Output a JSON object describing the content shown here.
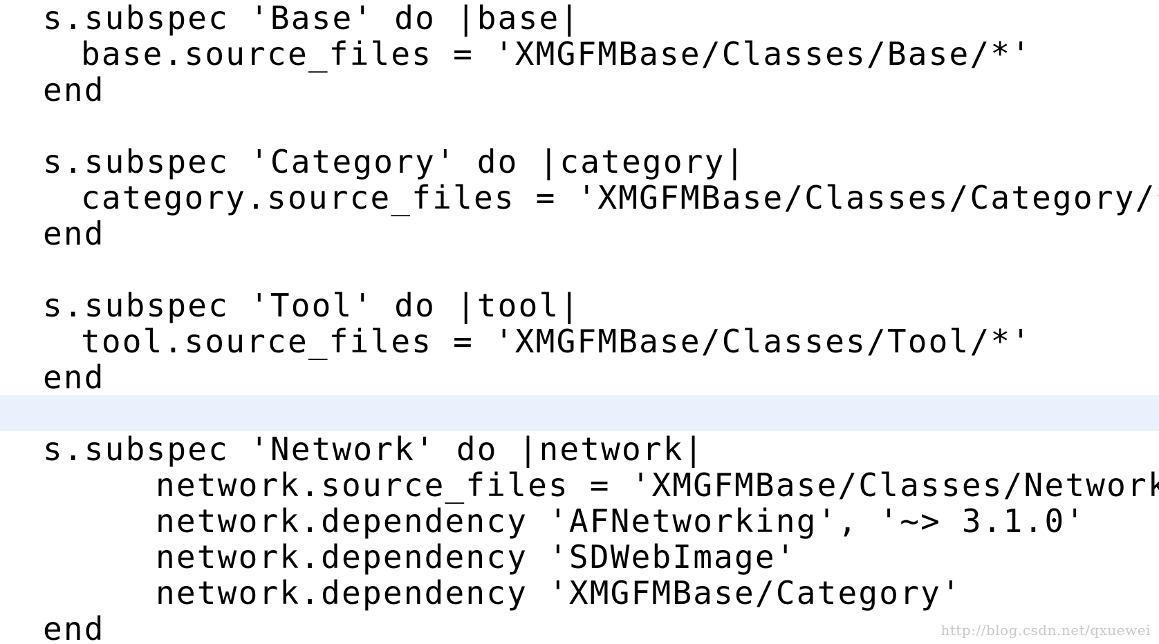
{
  "editor": {
    "lines": [
      "s.subspec 'Base' do |base|",
      "base.source_files = 'XMGFMBase/Classes/Base/*'",
      "end",
      "",
      "s.subspec 'Category' do |category|",
      "category.source_files = 'XMGFMBase/Classes/Category/*'",
      "end",
      "",
      "s.subspec 'Tool' do |tool|",
      "tool.source_files = 'XMGFMBase/Classes/Tool/*'",
      "end",
      "",
      "s.subspec 'Network' do |network|",
      "network.source_files = 'XMGFMBase/Classes/Network/*'",
      "network.dependency 'AFNetworking', '~> 3.1.0'",
      "network.dependency 'SDWebImage'",
      "network.dependency 'XMGFMBase/Category'",
      "end"
    ],
    "highlight_color": "#e8f1fc",
    "text_color": "#000000"
  },
  "watermark": {
    "text": "http://blog.csdn.net/qxuewei"
  }
}
